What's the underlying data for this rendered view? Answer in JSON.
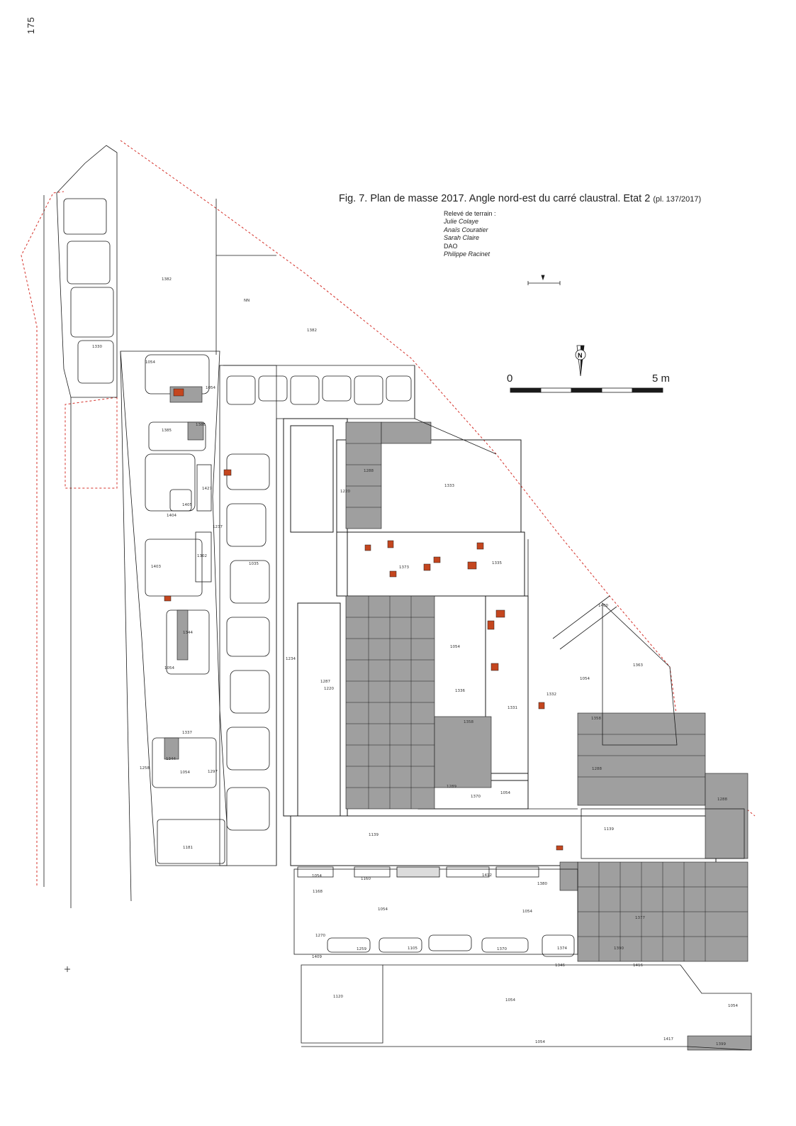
{
  "page_number": "175",
  "figure": {
    "title": "Fig. 7. Plan de masse 2017. Angle nord-est du carré claustral. Etat 2",
    "reference": "(pl. 137/2017)"
  },
  "credits": {
    "survey_heading": "Relevé de terrain :",
    "surveyors": [
      "Julie Colaye",
      "Anaïs Couratier",
      "Sarah Claire"
    ],
    "cad_heading": "DAO",
    "cad_author": "Philippe Racinet"
  },
  "scale_bar": {
    "start_label": "0",
    "end_label": "5 m",
    "length_m": 5
  },
  "north_arrow": {
    "label": "N"
  },
  "legend_colors": {
    "stone": "#9f9f9f",
    "highlight": "#c4461f",
    "section_line": "#d4312a",
    "outline": "#1a1a1a"
  },
  "units": [
    "1382",
    "NN",
    "1382",
    "1330",
    "1054",
    "1054",
    "1385",
    "1386",
    "1288",
    "1333",
    "1220",
    "1427",
    "1405",
    "1404",
    "1237",
    "1373",
    "1335",
    "1403",
    "1302",
    "1035",
    "1344",
    "1054",
    "1234",
    "1287",
    "1220",
    "1054",
    "1336",
    "1332",
    "1054",
    "1363",
    "1400",
    "1331",
    "1358",
    "1358",
    "1288",
    "1337",
    "1344",
    "1054",
    "1297",
    "1258",
    "1054",
    "1370",
    "1289",
    "1288",
    "1139",
    "1139",
    "1181",
    "1054",
    "1160",
    "1412",
    "1380",
    "1168",
    "1054",
    "1054",
    "1377",
    "1270",
    "1259",
    "1105",
    "1370",
    "1374",
    "1390",
    "1346",
    "1416",
    "1409",
    "1120",
    "1054",
    "1054",
    "1054",
    "1417",
    "1399"
  ]
}
